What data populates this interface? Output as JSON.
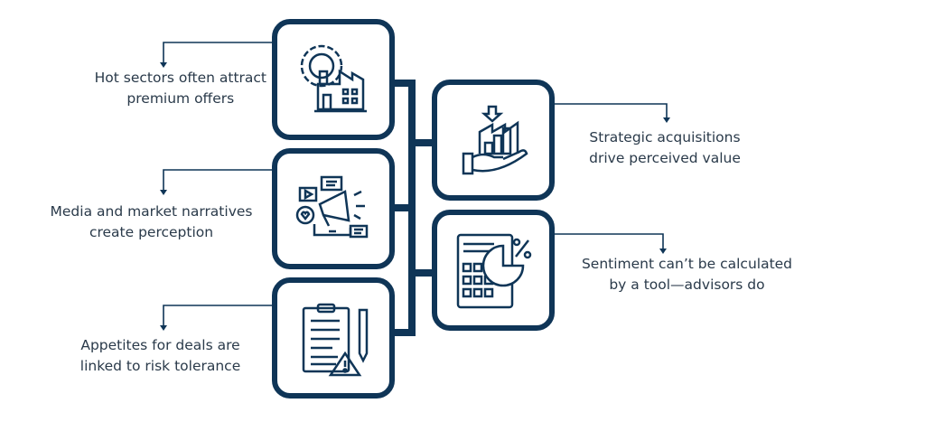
{
  "colors": {
    "accent": "#0f3557",
    "text": "#2a3a4a"
  },
  "items": [
    {
      "icon": "gear-factory-icon",
      "line1": "Hot sectors often attract",
      "line2": "premium offers"
    },
    {
      "icon": "megaphone-media-icon",
      "line1": "Media and market narratives",
      "line2": "create perception"
    },
    {
      "icon": "clipboard-warning-icon",
      "line1": "Appetites for deals are",
      "line2": "linked to risk tolerance"
    },
    {
      "icon": "hand-growth-chart-icon",
      "line1": "Strategic acquisitions",
      "line2": "drive perceived value"
    },
    {
      "icon": "calculator-pie-chart-icon",
      "line1": "Sentiment can’t be calculated",
      "line2": "by a tool—advisors do"
    }
  ]
}
